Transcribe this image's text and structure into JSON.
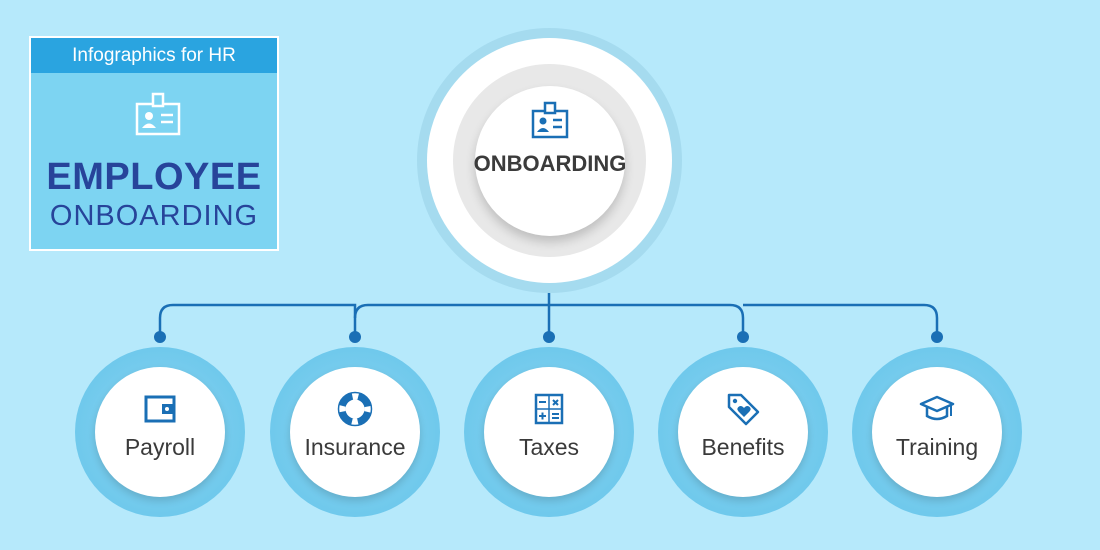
{
  "title_card": {
    "tag": "Infographics for HR",
    "title_line1": "EMPLOYEE",
    "title_line2": "ONBOARDING",
    "icon": "id-badge-icon"
  },
  "center": {
    "label": "ONBOARDING",
    "icon": "id-badge-icon"
  },
  "nodes": [
    {
      "label": "Payroll",
      "icon": "wallet-icon"
    },
    {
      "label": "Insurance",
      "icon": "lifebuoy-icon"
    },
    {
      "label": "Taxes",
      "icon": "calculator-icon"
    },
    {
      "label": "Benefits",
      "icon": "tag-heart-icon"
    },
    {
      "label": "Training",
      "icon": "graduation-cap-icon"
    }
  ],
  "colors": {
    "background": "#b6e9fb",
    "accent": "#1a6fb5",
    "title": "#27449a",
    "tag": "#2aa4e0"
  }
}
